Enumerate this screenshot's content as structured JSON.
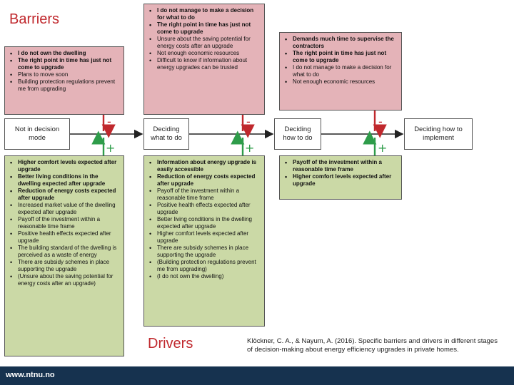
{
  "titles": {
    "barriers": "Barriers",
    "drivers": "Drivers"
  },
  "stages": [
    "Not in decision mode",
    "Deciding what to do",
    "Deciding how to do",
    "Deciding how to implement"
  ],
  "barriers": [
    {
      "items": [
        {
          "text": "I do not own the dwelling",
          "bold": true
        },
        {
          "text": "The right point in time has just not come to upgrade",
          "bold": true
        },
        {
          "text": "Plans to move soon",
          "bold": false
        },
        {
          "text": "Building protection regulations prevent me from upgrading",
          "bold": false
        }
      ]
    },
    {
      "items": [
        {
          "text": "I do not manage to make a decision for what to do",
          "bold": true
        },
        {
          "text": "The right point in time has just not come to upgrade",
          "bold": true
        },
        {
          "text": "Unsure about the saving potential for energy costs after an upgrade",
          "bold": false
        },
        {
          "text": "Not enough economic resources",
          "bold": false
        },
        {
          "text": "Difficult to know if information about energy upgrades can be trusted",
          "bold": false
        }
      ]
    },
    {
      "items": [
        {
          "text": "Demands much time to supervise the contractors",
          "bold": true
        },
        {
          "text": "The right point in time has just not come to upgrade",
          "bold": true
        },
        {
          "text": "I do not manage to make a decision for what to do",
          "bold": false
        },
        {
          "text": "Not enough economic resources",
          "bold": false
        }
      ]
    }
  ],
  "drivers": [
    {
      "items": [
        {
          "text": "Higher comfort levels expected after upgrade",
          "bold": true
        },
        {
          "text": "Better living conditions in the dwelling expected after upgrade",
          "bold": true
        },
        {
          "text": "Reduction of energy costs expected after upgrade",
          "bold": true
        },
        {
          "text": "Increased market value of the dwelling expected after upgrade",
          "bold": false
        },
        {
          "text": "Payoff of the investment within a reasonable time frame",
          "bold": false
        },
        {
          "text": "Positive health effects expected after upgrade",
          "bold": false
        },
        {
          "text": "The building standard of the dwelling is perceived as a waste of energy",
          "bold": false
        },
        {
          "text": "There are subsidy schemes in place supporting the upgrade",
          "bold": false
        },
        {
          "text": "(Unsure about the saving potential for energy costs after an upgrade)",
          "bold": false
        }
      ]
    },
    {
      "items": [
        {
          "text": "Information about energy upgrade is easily accessible",
          "bold": true
        },
        {
          "text": "Reduction of energy costs expected after upgrade",
          "bold": true
        },
        {
          "text": "Payoff of the investment within a reasonable time frame",
          "bold": false
        },
        {
          "text": "Positive health effects expected after upgrade",
          "bold": false
        },
        {
          "text": "Better living conditions in the dwelling expected after upgrade",
          "bold": false
        },
        {
          "text": "Higher comfort levels expected after upgrade",
          "bold": false
        },
        {
          "text": "There are subsidy schemes in place supporting the upgrade",
          "bold": false
        },
        {
          "text": "(Building protection regulations prevent me from upgrading)",
          "bold": false
        },
        {
          "text": "(I do not own the dwelling)",
          "bold": false
        }
      ]
    },
    {
      "items": [
        {
          "text": "Payoff of the investment within a reasonable time frame",
          "bold": true
        },
        {
          "text": "Higher comfort levels expected after upgrade",
          "bold": true
        }
      ]
    }
  ],
  "signs": {
    "minus": "-",
    "plus": "+"
  },
  "citation": "Klöckner, C. A., & Nayum, A. (2016). Specific barriers and drivers in different stages of decision-making about energy efficiency upgrades in private homes.",
  "footer": {
    "url": "www.ntnu.no"
  },
  "colors": {
    "barrier_fill": "#e4b3b8",
    "driver_fill": "#cbd9a6",
    "minus": "#c0282d",
    "plus": "#2e9c4a",
    "footer": "#16324f"
  }
}
